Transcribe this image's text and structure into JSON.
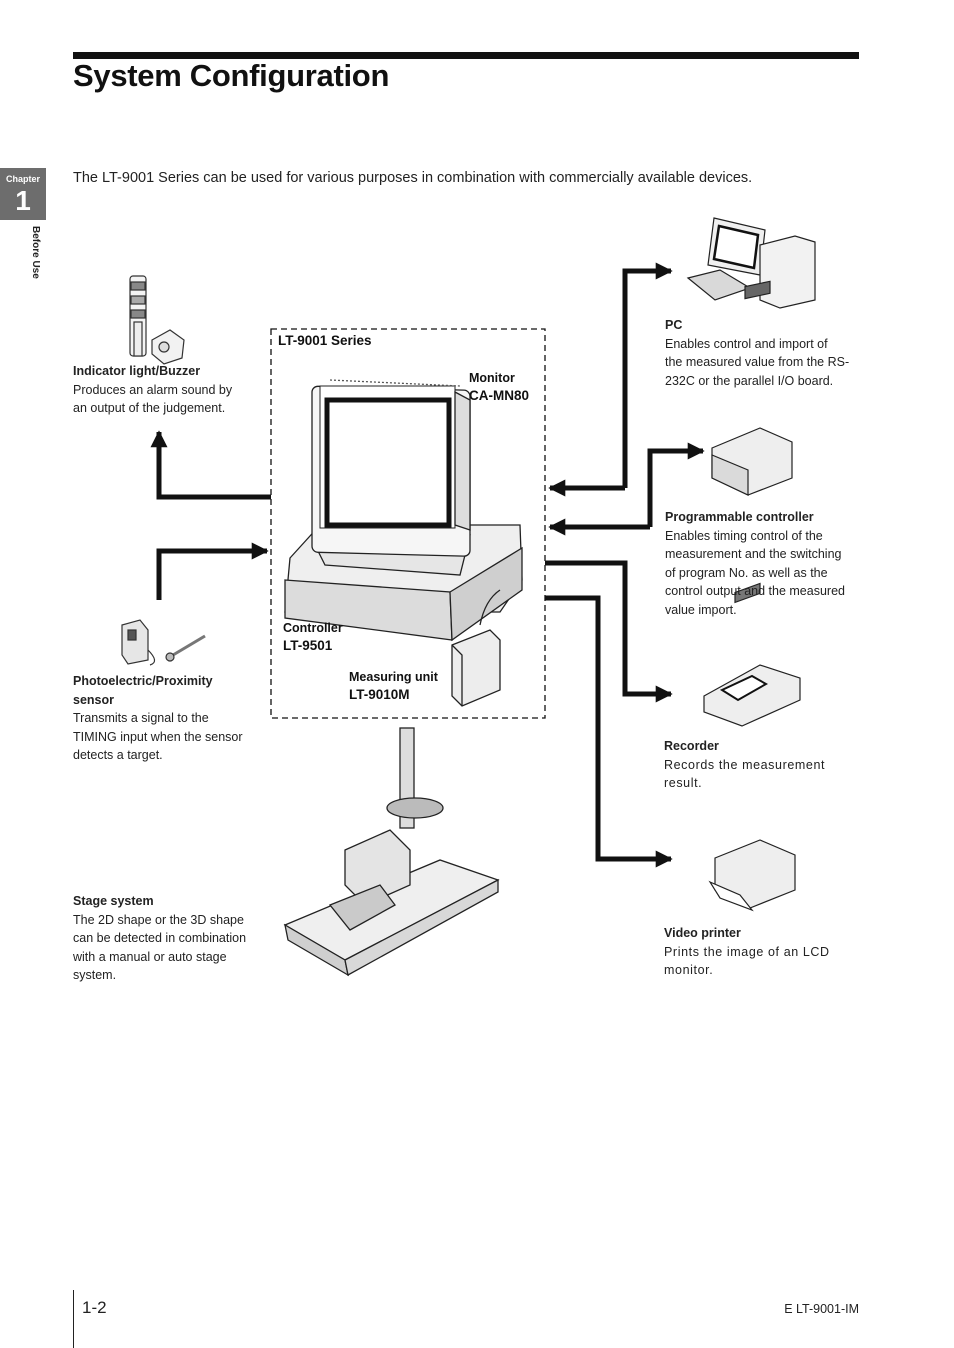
{
  "header": {
    "title": "System Configuration"
  },
  "intro": "The LT-9001 Series can be used for various purposes in combination with commercially available devices.",
  "chapter_tab": {
    "word": "Chapter",
    "number": "1",
    "section": "Before Use"
  },
  "series_box": {
    "title": "LT-9001 Series",
    "monitor": {
      "label": "Monitor",
      "model": "CA-MN80"
    },
    "controller": {
      "label": "Controller",
      "model": "LT-9501"
    },
    "measuring_unit": {
      "label": "Measuring unit",
      "model": "LT-9010M"
    }
  },
  "devices": {
    "indicator": {
      "title": "Indicator light/Buzzer",
      "lines": [
        "Produces an alarm sound by",
        "an output of the judgement."
      ]
    },
    "photo_sensor": {
      "title_1": "Photoelectric/Proximity",
      "title_2": "sensor",
      "lines": [
        "Transmits a signal to the",
        "TIMING input when the sensor",
        "detects a target."
      ]
    },
    "stage": {
      "title": "Stage system",
      "lines": [
        "The 2D shape or the 3D shape",
        "can be detected in combination",
        "with a manual or auto stage",
        "system."
      ]
    },
    "pc": {
      "title": "PC",
      "lines": [
        "Enables control and import of",
        "the measured value from the RS-",
        "232C or the parallel I/O board."
      ]
    },
    "plc": {
      "title": "Programmable controller",
      "lines": [
        "Enables timing control of the",
        "measurement and the switching",
        "of program No. as well as the",
        "control output and the measured",
        "value import."
      ]
    },
    "recorder": {
      "title": "Recorder",
      "lines": [
        "Records the measurement",
        "result."
      ]
    },
    "printer": {
      "title": "Video printer",
      "lines": [
        "Prints the image of an LCD",
        "monitor."
      ]
    }
  },
  "footer": {
    "page": "1-2",
    "doc": "E LT-9001-IM"
  }
}
